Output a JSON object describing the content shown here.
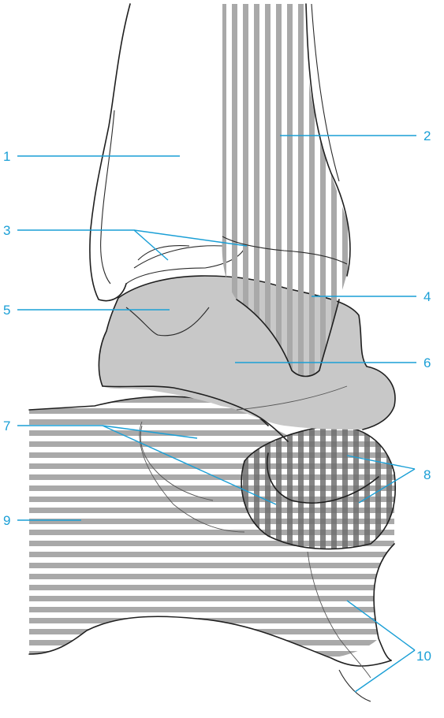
{
  "labels": {
    "l1": "1",
    "l2": "2",
    "l3": "3",
    "l4": "4",
    "l5": "5",
    "l6": "6",
    "l7": "7",
    "l8": "8",
    "l9": "9",
    "l10": "10"
  },
  "colors": {
    "label": "#1a9fd6",
    "outline": "#1f1f1f",
    "gray_fill": "#c8c8c8",
    "stripe_gray": "#a9a9a9"
  }
}
